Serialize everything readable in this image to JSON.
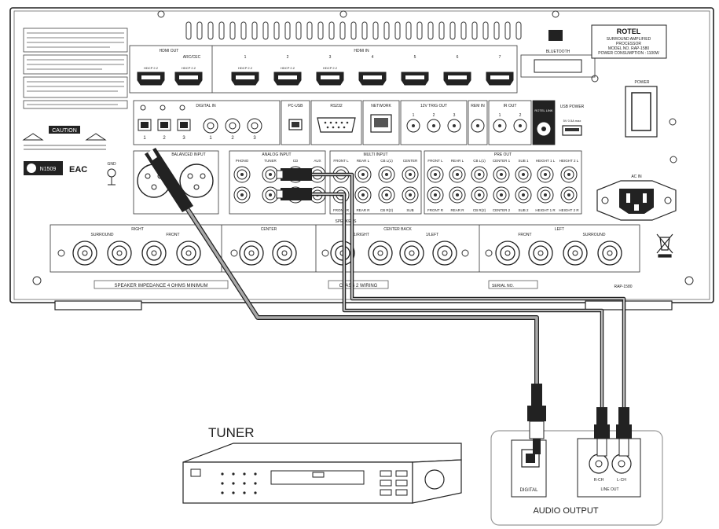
{
  "brand": "ROTEL",
  "model_plate": [
    "SURROUND AMPLIFIED",
    "PROCESSOR",
    "MODEL NO. RAP-1580",
    "POWER CONSUMPTION : 1100W"
  ],
  "top_labels": {
    "hdmi_out": "HDMI OUT",
    "arc_cec": "ARC/CEC",
    "hdmi_in": "HDMI IN",
    "bluetooth": "BLUETOOTH",
    "power": "POWER",
    "digital_in": "DIGITAL IN",
    "pc_usb": "PC-USB",
    "rs232": "RS232",
    "network": "NETWORK",
    "trigger_out": "12V TRIG OUT",
    "rem_in": "REM IN",
    "ir_out": "IR OUT",
    "rotel_link": "ROTEL LINK",
    "usb_power": "USB POWER",
    "usb_power_rating": "5V 0.5A max",
    "ac_in": "AC IN",
    "gnd": "GND",
    "caution": "CAUTION",
    "nrtl": "N1509",
    "eac": "EAC",
    "balanced_input": "BALANCED INPUT",
    "analog_input": "ANALOG INPUT",
    "multi_input": "MULTI INPUT",
    "pre_out": "PRE OUT",
    "speakers": "SPEAKERS",
    "speaker_impedance": "SPEAKER IMPEDANCE 4 OHMS MINIMUM",
    "class2_wiring": "CLASS 2 WIRING",
    "serial_no": "SERIAL NO.",
    "model_code": "RAP-1580"
  },
  "hdmi_out_ports": [
    "HDCP 2.2",
    "HDCP 2.2"
  ],
  "hdmi_in_ports": [
    {
      "num": "1",
      "sub": "HDCP 2.2"
    },
    {
      "num": "2",
      "sub": "HDCP 2.2"
    },
    {
      "num": "3",
      "sub": "HDCP 2.2"
    },
    {
      "num": "4",
      "sub": ""
    },
    {
      "num": "5",
      "sub": ""
    },
    {
      "num": "6",
      "sub": ""
    },
    {
      "num": "7",
      "sub": ""
    }
  ],
  "digital_in_numbers": [
    "1",
    "2",
    "3",
    "1",
    "2",
    "3"
  ],
  "analog_inputs": [
    "PHONO",
    "TUNER",
    "CD",
    "AUX"
  ],
  "multi_input_top": [
    "FRONT L",
    "REAR L",
    "CB L(1)",
    "CENTER"
  ],
  "multi_input_bottom": [
    "FRONT R",
    "REAR R",
    "CB R(2)",
    "SUB"
  ],
  "pre_out_top": [
    "FRONT L",
    "REAR L",
    "CB L(1)",
    "CENTER 1",
    "SUB 1",
    "HEIGHT 1 L",
    "HEIGHT 2 L"
  ],
  "pre_out_bottom": [
    "FRONT R",
    "REAR R",
    "CB R(2)",
    "CENTER 2",
    "SUB 2",
    "HEIGHT 1 R",
    "HEIGHT 2 R"
  ],
  "trigger_numbers": [
    "1",
    "2",
    "3"
  ],
  "ir_numbers": [
    "1",
    "2"
  ],
  "speaker_groups": [
    {
      "name": "RIGHT",
      "sub": [
        "SURROUND",
        "FRONT"
      ]
    },
    {
      "name": "CENTER",
      "sub": []
    },
    {
      "name": "CENTER BACK",
      "sub": [
        "1/RIGHT",
        "1/LEFT"
      ]
    },
    {
      "name": "LEFT",
      "sub": [
        "FRONT",
        "SURROUND"
      ]
    }
  ],
  "tuner_label": "TUNER",
  "audio_output_label": "AUDIO OUTPUT",
  "tuner_jacks": [
    "DIGITAL",
    "R-CH",
    "L-CH",
    "LINE OUT"
  ]
}
